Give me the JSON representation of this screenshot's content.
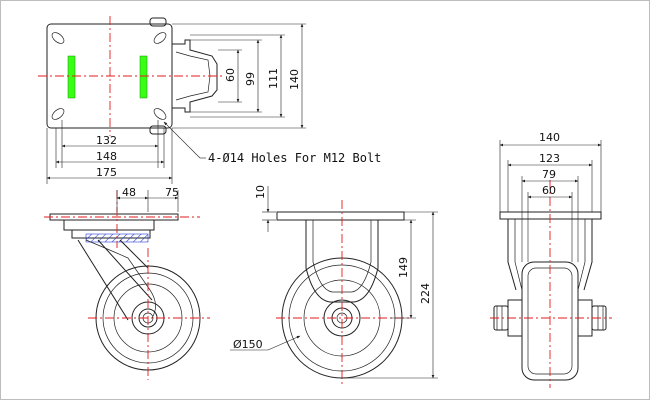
{
  "colors": {
    "outline": "#222222",
    "centerline": "#e31b1b",
    "label_strip": "#39ff14",
    "hatch": "#2a3fd6",
    "background": "#ffffff"
  },
  "top_view": {
    "dims": {
      "d60": "60",
      "d99": "99",
      "d111": "111",
      "d140": "140",
      "d132": "132",
      "d148": "148",
      "d175": "175"
    },
    "note": "4-Ø14 Holes For M12 Bolt"
  },
  "swivel_side_view": {
    "dims": {
      "d48": "48",
      "d75": "75"
    }
  },
  "front_view": {
    "dims": {
      "d10": "10",
      "d149": "149",
      "d224": "224",
      "dia": "Ø150"
    }
  },
  "end_view": {
    "dims": {
      "d140": "140",
      "d123": "123",
      "d79": "79",
      "d60": "60"
    }
  }
}
